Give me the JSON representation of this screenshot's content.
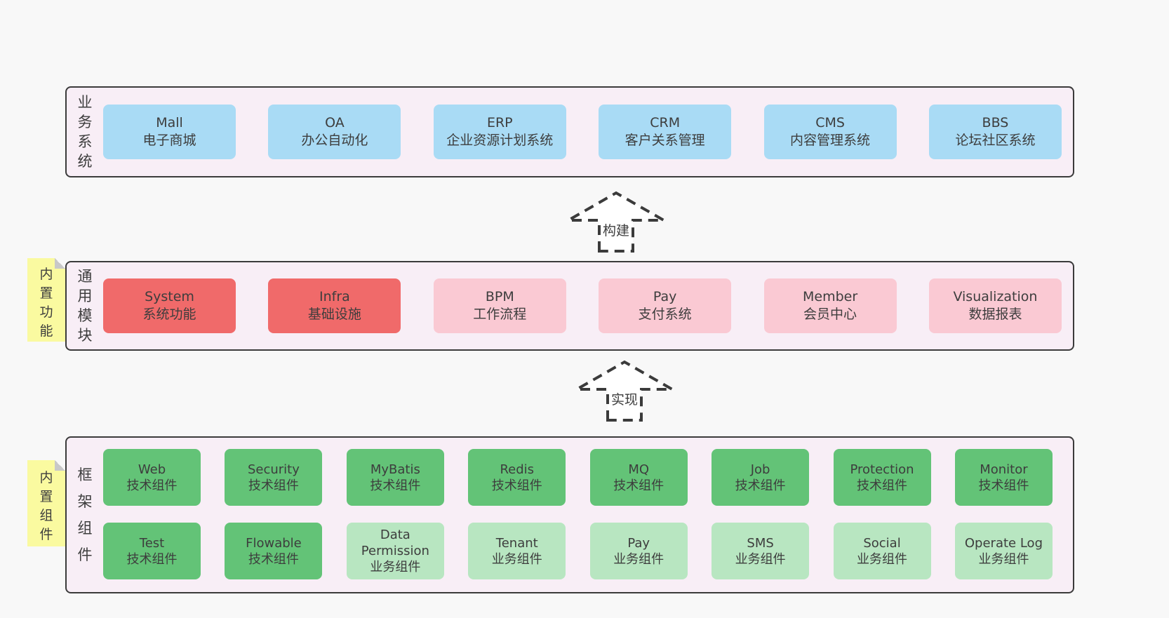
{
  "colors": {
    "page_bg": "#f8f8f8",
    "container_bg": "#f8eef6",
    "container_border": "#3b3b3b",
    "blue_box": "#a9dbf5",
    "red_box": "#f06a6a",
    "pink_box": "#fac9d3",
    "green_dark": "#63c377",
    "green_light": "#b8e6c1",
    "sticky_yellow": "#fafaa0",
    "sticky_fold": "#c8c8c8",
    "text": "#3d3d3d"
  },
  "business": {
    "side_label": "业务系统",
    "items": [
      {
        "title": "Mall",
        "subtitle": "电子商城"
      },
      {
        "title": "OA",
        "subtitle": "办公自动化"
      },
      {
        "title": "ERP",
        "subtitle": "企业资源计划系统"
      },
      {
        "title": "CRM",
        "subtitle": "客户关系管理"
      },
      {
        "title": "CMS",
        "subtitle": "内容管理系统"
      },
      {
        "title": "BBS",
        "subtitle": "论坛社区系统"
      }
    ]
  },
  "arrows": {
    "build": {
      "label": "构建"
    },
    "implement": {
      "label": "实现"
    }
  },
  "modules": {
    "side_label": "通用模块",
    "sticky_label": "内置功能",
    "items": [
      {
        "title": "System",
        "subtitle": "系统功能"
      },
      {
        "title": "Infra",
        "subtitle": "基础设施"
      },
      {
        "title": "BPM",
        "subtitle": "工作流程"
      },
      {
        "title": "Pay",
        "subtitle": "支付系统"
      },
      {
        "title": "Member",
        "subtitle": "会员中心"
      },
      {
        "title": "Visualization",
        "subtitle": "数据报表"
      }
    ]
  },
  "components": {
    "side_label": "框架组件",
    "sticky_label": "内置组件",
    "row1": [
      {
        "title": "Web",
        "subtitle": "技术组件"
      },
      {
        "title": "Security",
        "subtitle": "技术组件"
      },
      {
        "title": "MyBatis",
        "subtitle": "技术组件"
      },
      {
        "title": "Redis",
        "subtitle": "技术组件"
      },
      {
        "title": "MQ",
        "subtitle": "技术组件"
      },
      {
        "title": "Job",
        "subtitle": "技术组件"
      },
      {
        "title": "Protection",
        "subtitle": "技术组件"
      },
      {
        "title": "Monitor",
        "subtitle": "技术组件"
      }
    ],
    "row2": [
      {
        "title": "Test",
        "subtitle": "技术组件"
      },
      {
        "title": "Flowable",
        "subtitle": "技术组件"
      },
      {
        "title": "Data Permission",
        "subtitle": "业务组件"
      },
      {
        "title": "Tenant",
        "subtitle": "业务组件"
      },
      {
        "title": "Pay",
        "subtitle": "业务组件"
      },
      {
        "title": "SMS",
        "subtitle": "业务组件"
      },
      {
        "title": "Social",
        "subtitle": "业务组件"
      },
      {
        "title": "Operate Log",
        "subtitle": "业务组件"
      }
    ]
  }
}
